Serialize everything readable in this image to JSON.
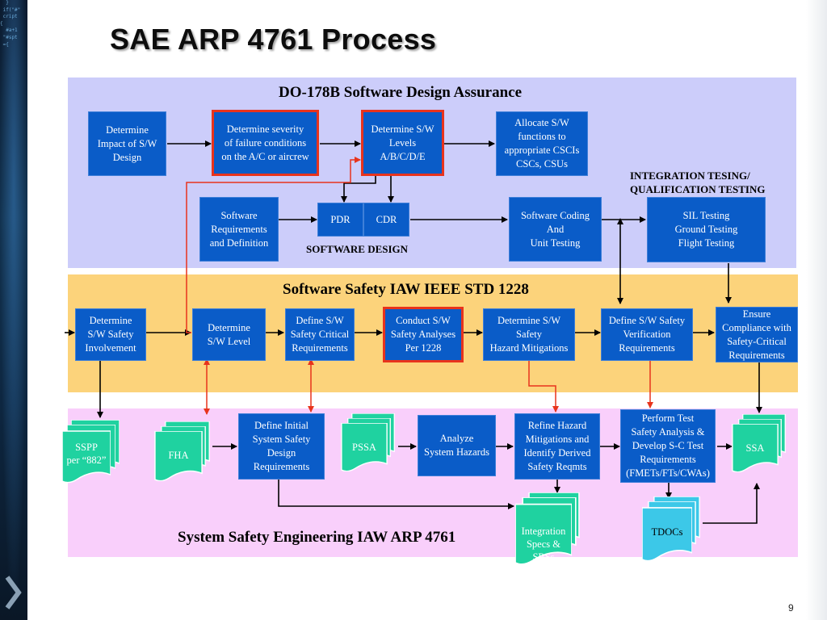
{
  "title": "SAE ARP 4761 Process",
  "page_number": "9",
  "colors": {
    "box": "#0a5cc8",
    "doc": "#1fd2a0",
    "doc_tdoc": "#3cc8e8",
    "red_arrow": "#e8331c",
    "do178_band": "#cccdfa",
    "ieee_band": "#fcd37b",
    "arp_band": "#f9cffb"
  },
  "sections": {
    "do178": {
      "title": "DO-178B Software Design Assurance",
      "integration_label": "INTEGRATION TESING/\nQUALIFICATION TESTING",
      "software_design_label": "SOFTWARE DESIGN",
      "boxes": {
        "impact": "Determine\nImpact of S/W\nDesign",
        "severity": "Determine severity\nof failure conditions\non the A/C or aircrew",
        "levels": "Determine S/W\nLevels\nA/B/C/D/E",
        "allocate": "Allocate S/W\nfunctions to\nappropriate CSCIs\nCSCs, CSUs",
        "requirements": "Software\nRequirements\nand Definition",
        "pdr": "PDR",
        "cdr": "CDR",
        "coding": "Software Coding\nAnd\nUnit Testing",
        "sil": "SIL Testing\nGround Testing\nFlight Testing"
      }
    },
    "ieee": {
      "title": "Software Safety IAW IEEE STD 1228",
      "boxes": {
        "involvement": "Determine\nS/W Safety\nInvolvement",
        "sw_level": "Determine\nS/W Level",
        "critical": "Define S/W\nSafety Critical\nRequirements",
        "analyses": "Conduct S/W\nSafety Analyses\nPer 1228",
        "mitigations": "Determine S/W\nSafety\nHazard Mitigations",
        "verification": "Define S/W Safety\nVerification\nRequirements",
        "compliance": "Ensure\nCompliance with\nSafety-Critical\nRequirements"
      }
    },
    "arp": {
      "title": "System Safety Engineering IAW ARP 4761",
      "boxes": {
        "initial": "Define Initial\nSystem Safety\nDesign\nRequirements",
        "analyze": "Analyze\nSystem Hazards",
        "refine": "Refine Hazard\nMitigations and\nIdentify Derived\nSafety Reqmts",
        "perform": "Perform Test\nSafety Analysis &\nDevelop S-C Test\nRequirements\n(FMETs/FTs/CWAs)"
      },
      "docs": {
        "sspp": "SSPP\nper “882”",
        "fha": "FHA",
        "pssa": "PSSA",
        "ssa": "SSA",
        "integration": "Integration\nSpecs &\nSRSs",
        "tdocs": "TDOCs"
      }
    }
  }
}
